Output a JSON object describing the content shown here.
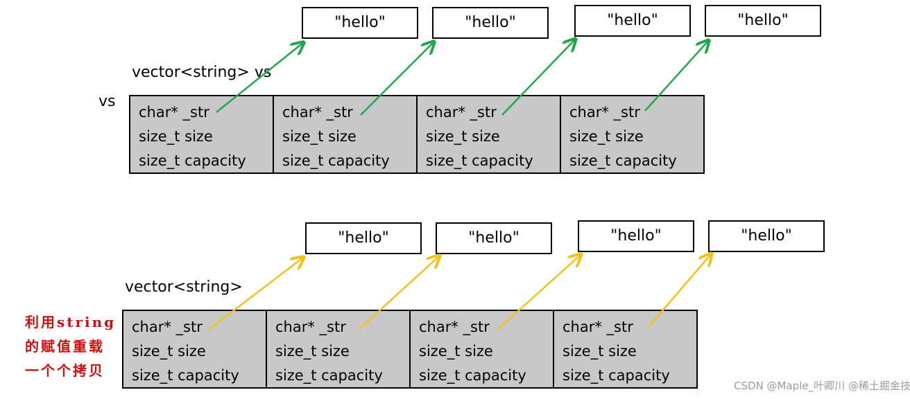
{
  "top": {
    "title": "vector<string> vs",
    "side_label": "vs",
    "boxes": [
      "\"hello\"",
      "\"hello\"",
      "\"hello\"",
      "\"hello\""
    ],
    "cells": [
      [
        "char* _str",
        "size_t size",
        "size_t capacity"
      ],
      [
        "char* _str",
        "size_t size",
        "size_t capacity"
      ],
      [
        "char* _str",
        "size_t size",
        "size_t capacity"
      ],
      [
        "char* _str",
        "size_t size",
        "size_t capacity"
      ]
    ],
    "arrow_color": "#1fa84a"
  },
  "bottom": {
    "title": "vector<string>",
    "side_lines": [
      "利用string",
      "的赋值重载",
      "一个个拷贝"
    ],
    "boxes": [
      "\"hello\"",
      "\"hello\"",
      "\"hello\"",
      "\"hello\""
    ],
    "cells": [
      [
        "char* _str",
        "size_t size",
        "size_t capacity"
      ],
      [
        "char* _str",
        "size_t size",
        "size_t capacity"
      ],
      [
        "char* _str",
        "size_t size",
        "size_t capacity"
      ],
      [
        "char* _str",
        "size_t size",
        "size_t capacity"
      ]
    ],
    "arrow_color": "#f2c21b"
  },
  "watermark": "CSDN @Maple_叶卿川 @稀土掘金技术社区"
}
